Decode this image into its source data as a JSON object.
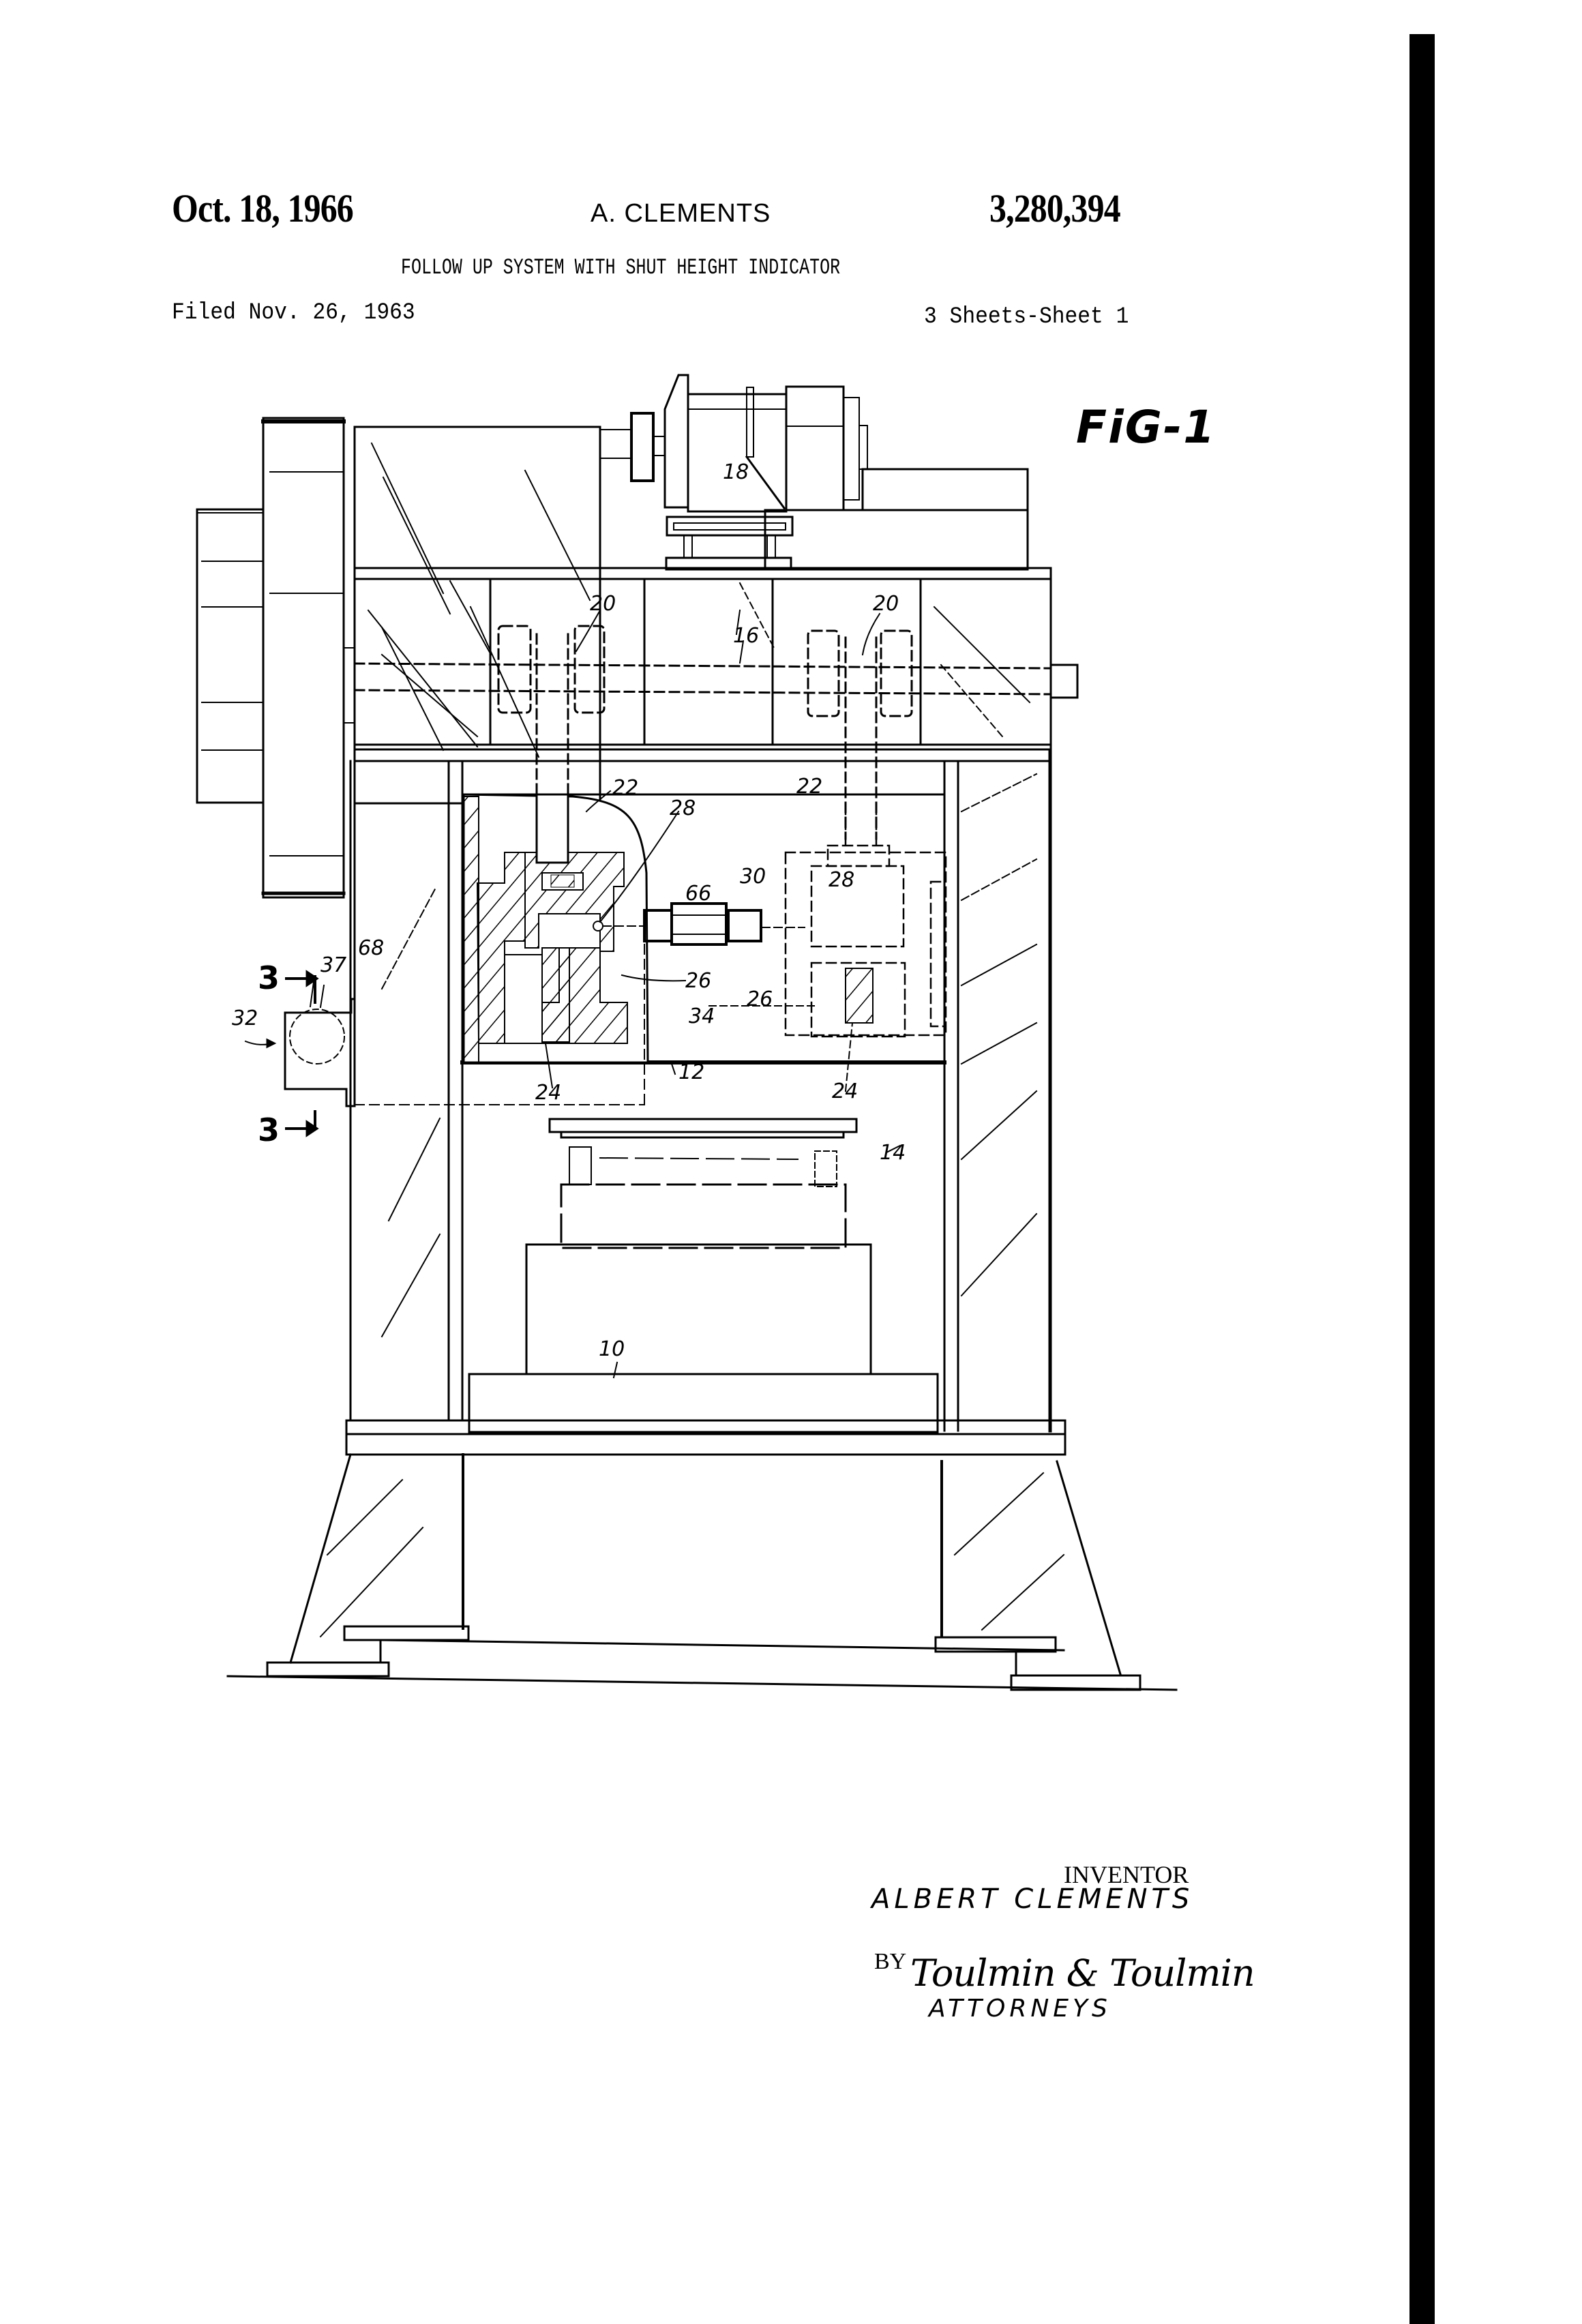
{
  "header": {
    "date": "Oct. 18, 1966",
    "inventor": "A. CLEMENTS",
    "patent_number": "3,280,394",
    "title": "FOLLOW UP SYSTEM WITH SHUT HEIGHT INDICATOR",
    "filed": "Filed Nov. 26, 1963",
    "sheets": "3 Sheets-Sheet 1"
  },
  "figure": {
    "label": "FiG-1",
    "section_marker_top": "3",
    "section_marker_bottom": "3",
    "reference_numerals": {
      "r10": "10",
      "r12": "12",
      "r14": "14",
      "r16": "16",
      "r18": "18",
      "r20a": "20",
      "r20b": "20",
      "r22a": "22",
      "r22b": "22",
      "r24a": "24",
      "r24b": "24",
      "r26a": "26",
      "r26b": "26",
      "r28a": "28",
      "r28b": "28",
      "r30": "30",
      "r32": "32",
      "r34": "34",
      "r37": "37",
      "r66": "66",
      "r68": "68"
    }
  },
  "signature": {
    "inventor_heading": "INVENTOR",
    "inventor_name": "ALBERT  CLEMENTS",
    "by": "BY",
    "attorney_signature": "Toulmin & Toulmin",
    "attorneys_label": "ATTORNEYS"
  },
  "colors": {
    "ink": "#000000",
    "paper": "#ffffff"
  }
}
